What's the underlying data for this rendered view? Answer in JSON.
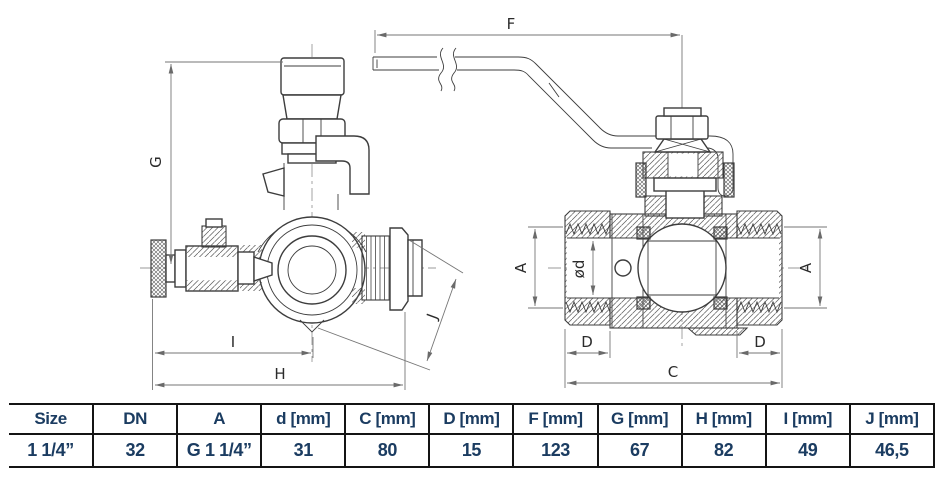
{
  "drawing": {
    "dims": {
      "F": "F",
      "G": "G",
      "A": "A",
      "od": "ød",
      "D": "D",
      "C": "C",
      "H": "H",
      "I": "I",
      "J": "J"
    }
  },
  "table": {
    "headers": [
      "Size",
      "DN",
      "A",
      "d [mm]",
      "C [mm]",
      "D [mm]",
      "F [mm]",
      "G [mm]",
      "H [mm]",
      "I [mm]",
      "J [mm]"
    ],
    "rows": [
      [
        "1 1/4”",
        "32",
        "G 1 1/4”",
        "31",
        "80",
        "15",
        "123",
        "67",
        "82",
        "49",
        "46,5"
      ]
    ]
  },
  "colors": {
    "table_text": "#1b3c61",
    "table_border": "#141414",
    "line": "#3d3d3d",
    "dim_line": "#767676",
    "background": "#ffffff"
  }
}
